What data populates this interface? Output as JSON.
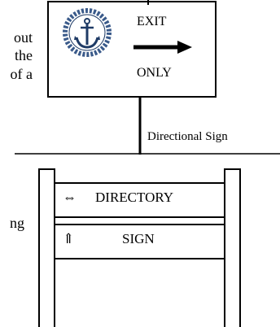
{
  "left_text_fragments": [
    "out",
    "the",
    "of a",
    "ng"
  ],
  "exit_sign": {
    "top_text": "EXIT",
    "bottom_text": "ONLY",
    "caption": "Directional Sign",
    "logo": "anchor-rope-logo",
    "arrow": "right-arrow-icon"
  },
  "directory_sign": {
    "rows": [
      {
        "icon": "⇔",
        "label": "DIRECTORY"
      },
      {
        "icon": "⇑",
        "label": "SIGN"
      }
    ]
  },
  "colors": {
    "line": "#000000",
    "rope": "#3a5a8a",
    "anchor": "#1f3b66"
  }
}
